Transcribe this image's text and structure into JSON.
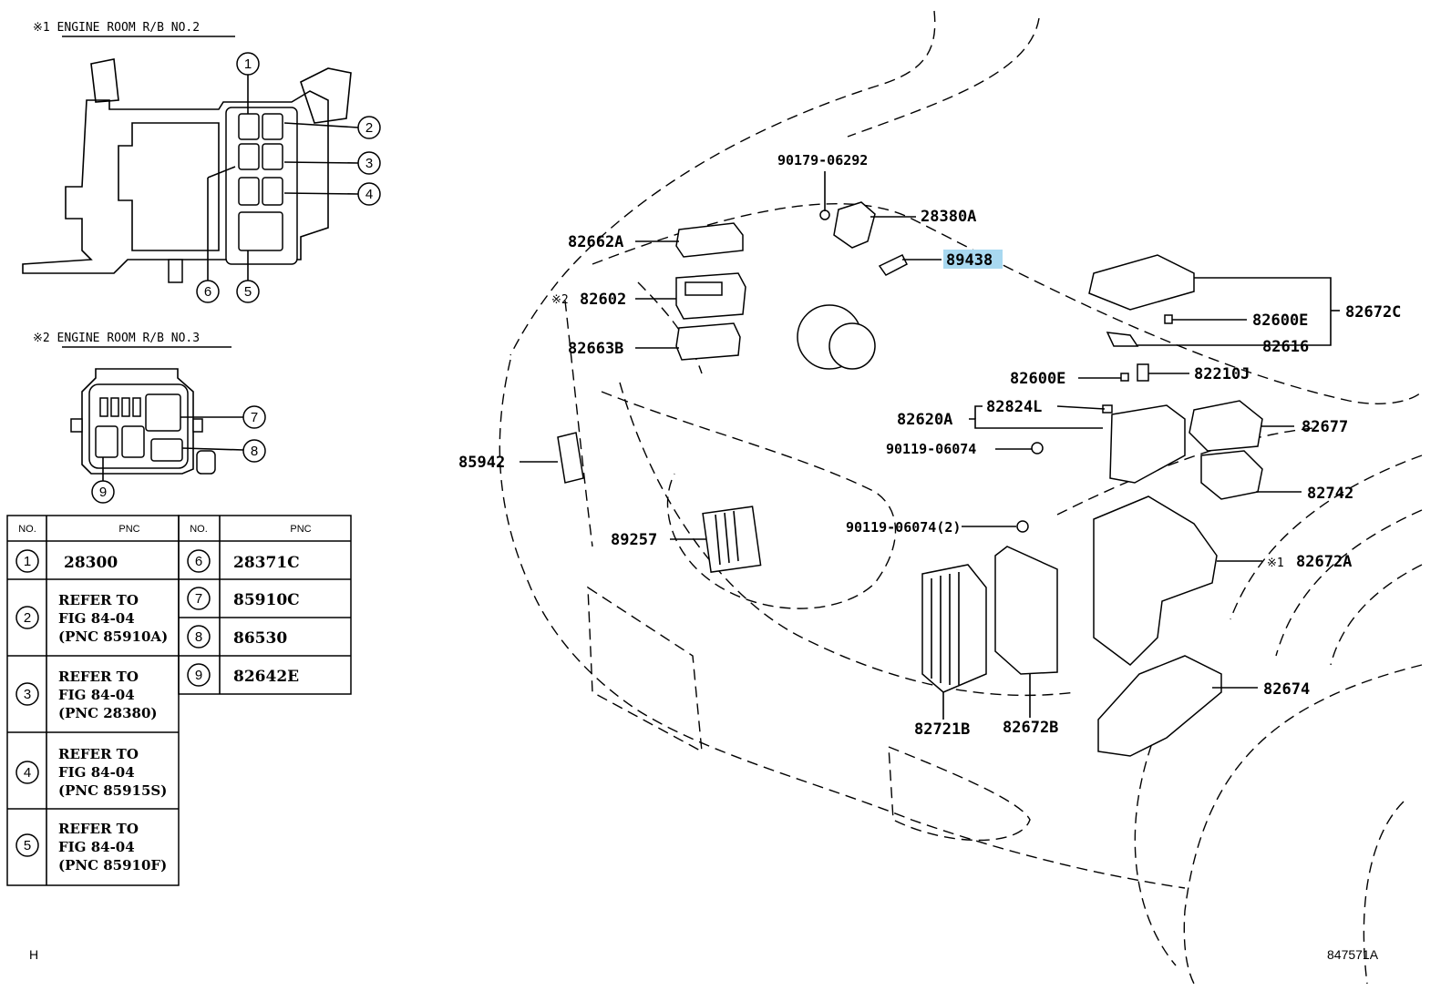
{
  "insets": {
    "no2_title": "※1 ENGINE ROOM R/B NO.2",
    "no3_title": "※2 ENGINE ROOM R/B NO.3",
    "no2_callouts": [
      "1",
      "2",
      "3",
      "4",
      "5",
      "6"
    ],
    "no3_callouts": [
      "7",
      "8",
      "9"
    ]
  },
  "table": {
    "headers": [
      "NO.",
      "PNC",
      "NO.",
      "PNC"
    ],
    "left_rows": [
      {
        "no": "1",
        "lines": [
          "28300"
        ]
      },
      {
        "no": "2",
        "lines": [
          "REFER TO",
          "FIG 84-04",
          "(PNC 85910A)"
        ]
      },
      {
        "no": "3",
        "lines": [
          "REFER TO",
          "FIG 84-04",
          "(PNC 28380)"
        ]
      },
      {
        "no": "4",
        "lines": [
          "REFER TO",
          "FIG 84-04",
          "(PNC 85915S)"
        ]
      },
      {
        "no": "5",
        "lines": [
          "REFER TO",
          "FIG 84-04",
          "(PNC 85910F)"
        ]
      }
    ],
    "right_rows": [
      {
        "no": "6",
        "pnc": "28371C"
      },
      {
        "no": "7",
        "pnc": "85910C"
      },
      {
        "no": "8",
        "pnc": "86530"
      },
      {
        "no": "9",
        "pnc": "82642E"
      }
    ]
  },
  "parts": {
    "p90179": "90179-06292",
    "p28380A": "28380A",
    "p89438": "89438",
    "p82662A": "82662A",
    "p82602_mark": "※2",
    "p82602": "82602",
    "p82663B": "82663B",
    "p85942": "85942",
    "p89257": "89257",
    "p82672C": "82672C",
    "p82600E_a": "82600E",
    "p82616": "82616",
    "p82600E_b": "82600E",
    "p82210J": "82210J",
    "p82620A": "82620A",
    "p82824L": "82824L",
    "p82677": "82677",
    "p90119a": "90119-06074",
    "p82742": "82742",
    "p90119b": "90119-06074(2)",
    "p82672A_mark": "※1",
    "p82672A": "82672A",
    "p82674": "82674",
    "p82721B": "82721B",
    "p82672B": "82672B"
  },
  "footer": {
    "left": "H",
    "right": "847571A"
  },
  "highlight_color": "#a8d8f0"
}
